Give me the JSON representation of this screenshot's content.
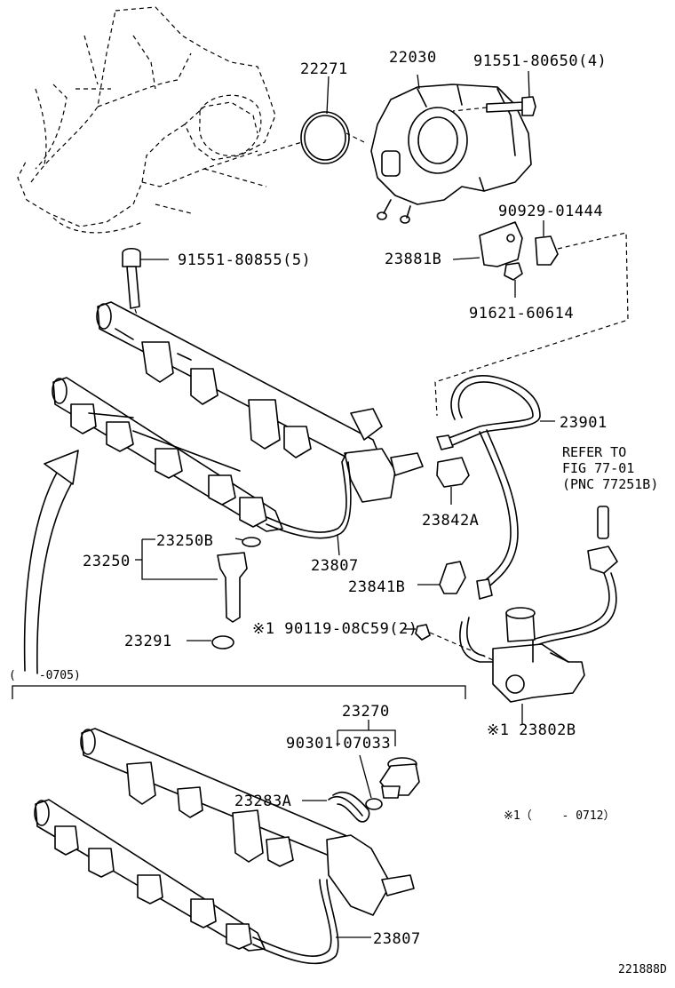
{
  "labels": {
    "p22271": "22271",
    "p22030": "22030",
    "p91551_80650": "91551-80650(4)",
    "p90929_01444": "90929-01444",
    "p23881B": "23881B",
    "p91621_60614": "91621-60614",
    "p91551_80855": "91551-80855(5)",
    "p23901": "23901",
    "p23842A": "23842A",
    "p23807_top": "23807",
    "p23250B": "23250B",
    "p23250": "23250",
    "p23841B": "23841B",
    "p23291": "23291",
    "p90119": "※1 90119-08C59(2)",
    "p23802B": "※1 23802B",
    "p23270": "23270",
    "p90301": "90301-07033",
    "p23283A": "23283A",
    "p23807_bottom": "23807"
  },
  "refer": {
    "line1": "REFER TO",
    "line2": "FIG 77-01",
    "line3": "(PNC 77251B)"
  },
  "notes": {
    "range_0705": "(　　-0705)",
    "note1": "※1（　　 - 0712）",
    "diagram_id": "221888D"
  }
}
